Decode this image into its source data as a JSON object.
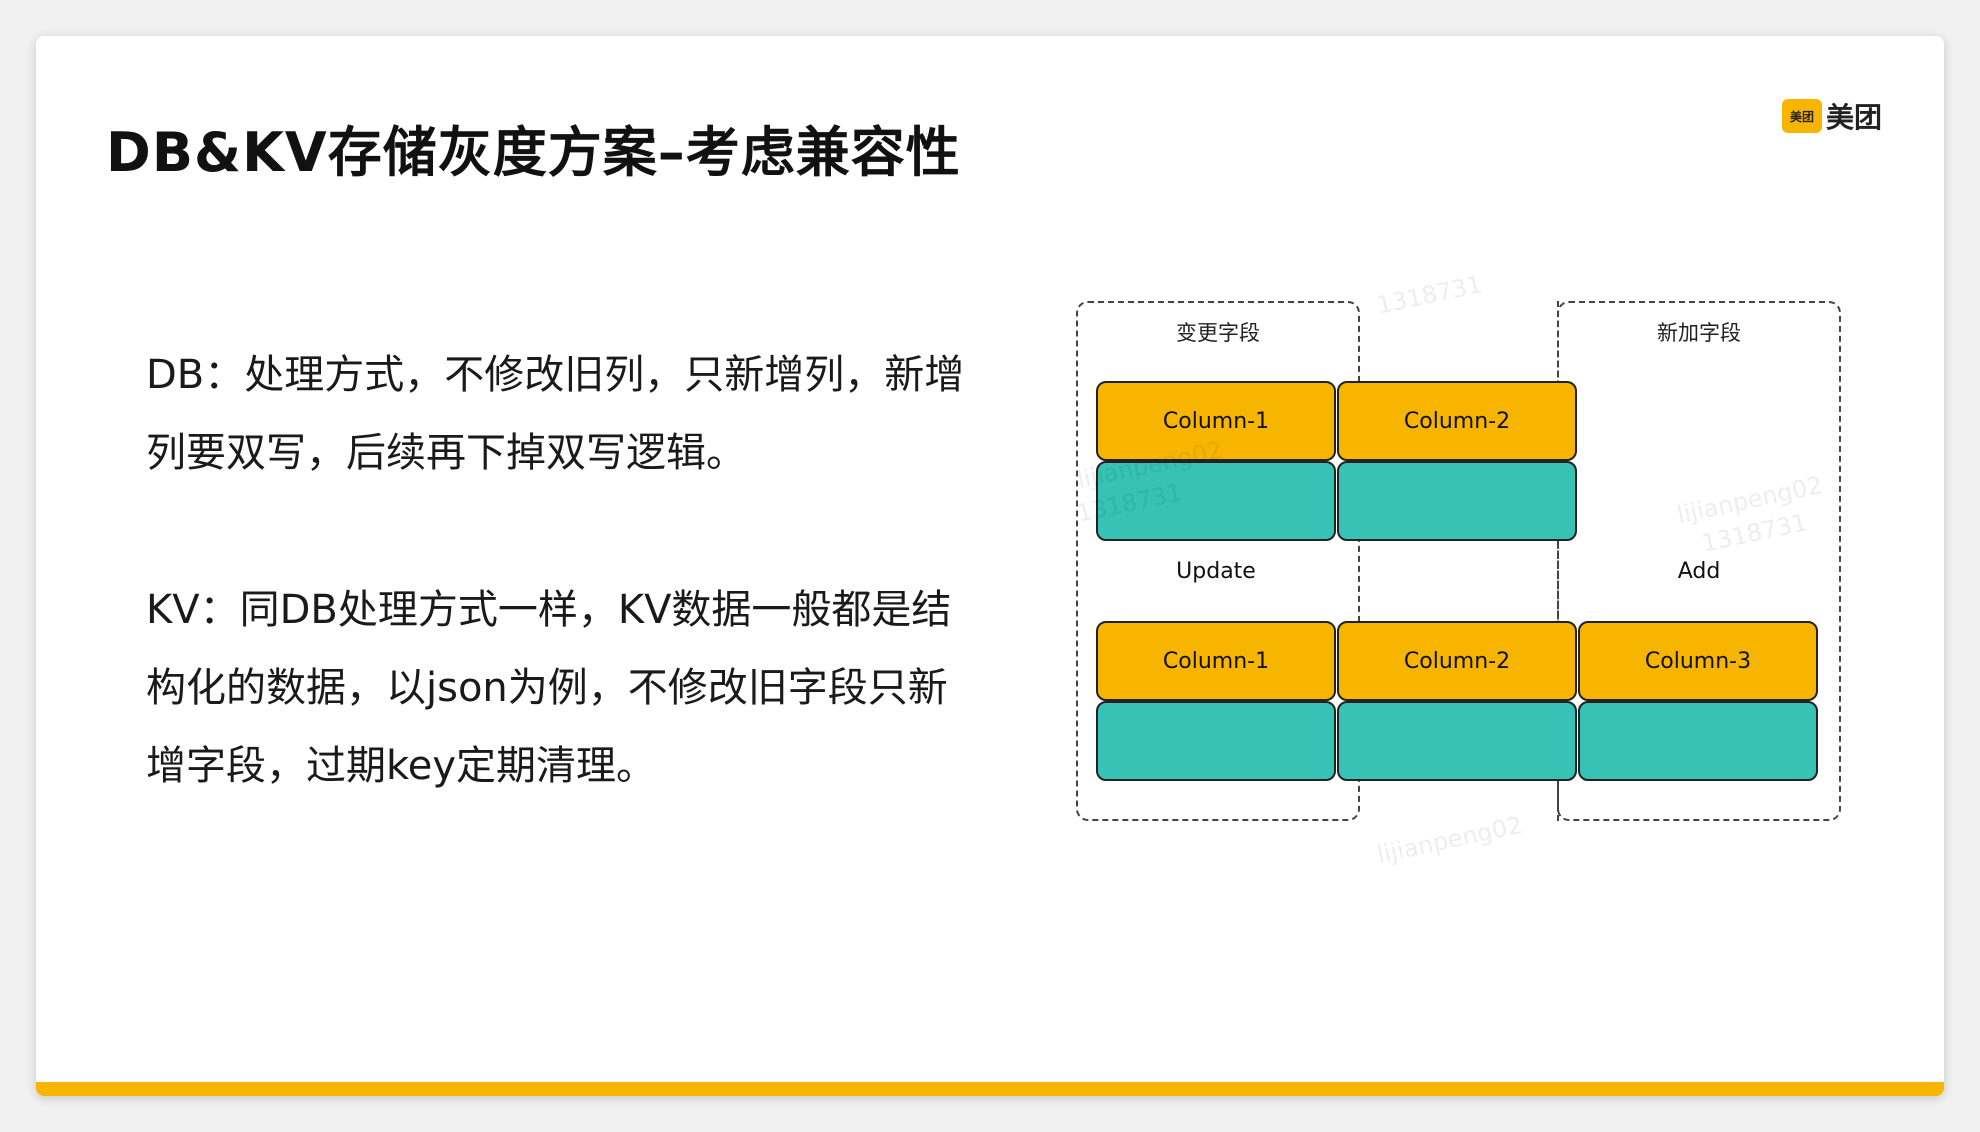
{
  "title": "DB&KV存储灰度方案–考虑兼容性",
  "logo": {
    "badge": "美团",
    "text": "美团"
  },
  "paragraphs": {
    "db": "DB：处理方式，不修改旧列，只新增列，新增列要双写，后续再下掉双写逻辑。",
    "kv": "KV：同DB处理方式一样，KV数据一般都是结构化的数据，以json为例，不修改旧字段只新增字段，过期key定期清理。"
  },
  "diagram": {
    "groups": {
      "change": "变更字段",
      "add": "新加字段"
    },
    "before_columns": [
      "Column-1",
      "Column-2"
    ],
    "after_columns": [
      "Column-1",
      "Column-2",
      "Column-3"
    ],
    "operations": {
      "update": "Update",
      "add": "Add"
    },
    "colors": {
      "column": "#f7b500",
      "data": "#36c2b4",
      "accent_bar": "#f7b500"
    }
  },
  "watermarks": [
    "lijianpeng02",
    "1318731",
    "lijianpeng02",
    "1318731",
    "lijianpeng02",
    "1318731"
  ]
}
